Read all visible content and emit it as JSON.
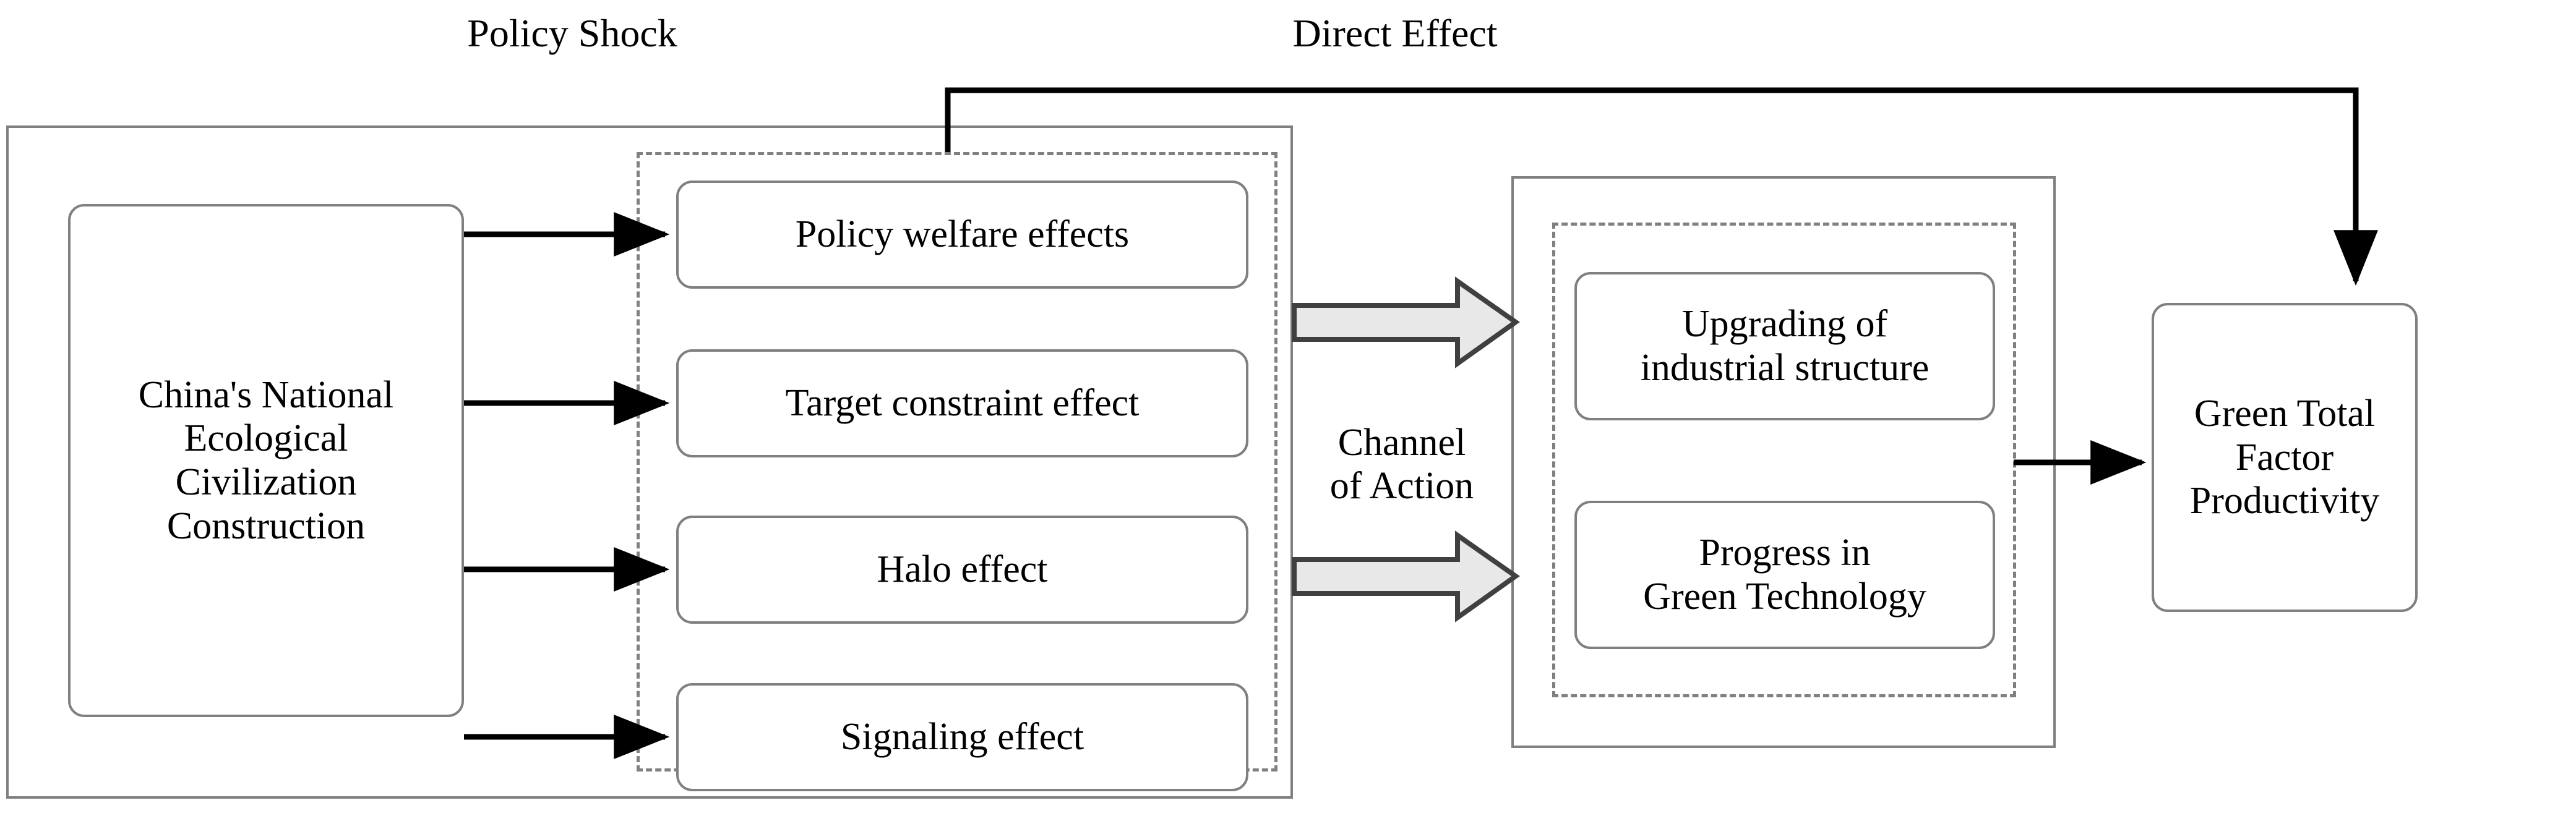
{
  "diagram": {
    "title_labels": {
      "policy_shock": "Policy Shock",
      "direct_effect": "Direct Effect",
      "channel_of_action": "Channel\nof Action"
    },
    "source_box": {
      "text": "China's National\nEcological\nCivilization\nConstruction"
    },
    "policy_shock_group": {
      "items": [
        {
          "label": "Policy welfare effects"
        },
        {
          "label": "Target constraint effect"
        },
        {
          "label": "Halo effect"
        },
        {
          "label": "Signaling effect"
        }
      ]
    },
    "channel_group": {
      "items": [
        {
          "label": "Upgrading of\nindustrial structure"
        },
        {
          "label": "Progress in\nGreen Technology"
        }
      ]
    },
    "outcome_box": {
      "text": "Green Total\nFactor\nProductivity"
    },
    "colors": {
      "box_border": "#808080",
      "dashed_border": "#808080",
      "arrow": "#000000",
      "block_arrow_fill": "#e8e8e8",
      "block_arrow_stroke": "#404040",
      "text": "#000000",
      "background": "#ffffff"
    }
  }
}
